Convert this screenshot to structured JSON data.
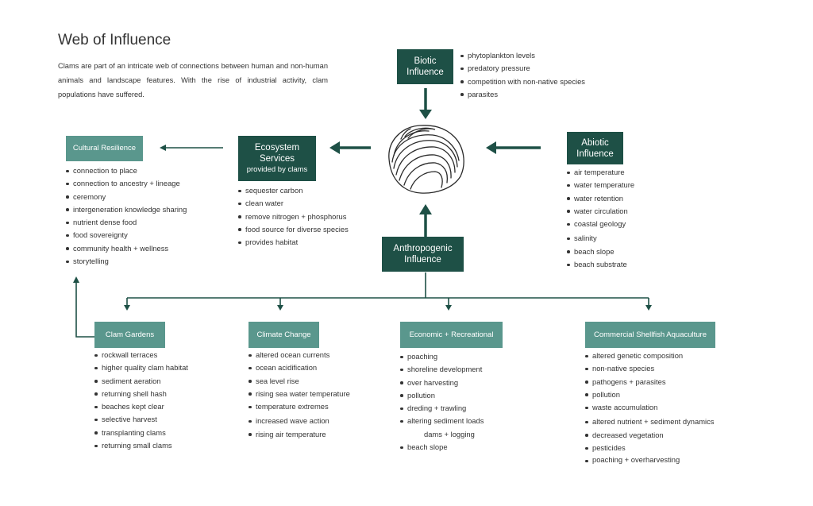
{
  "title": "Web of Influence",
  "intro": "Clams are part of an intricate web of connections between human and non-human animals and landscape features. With the rise of industrial activity, clam populations have suffered.",
  "colors": {
    "dark_box": "#1e5046",
    "light_box": "#5a978d",
    "arrow": "#1e5046"
  },
  "icons": {
    "center": "clam-shell-icon"
  },
  "biotic": {
    "title_line1": "Biotic",
    "title_line2": "Influence",
    "items": [
      "phytoplankton levels",
      "predatory pressure",
      "competition with non-native species",
      "parasites"
    ]
  },
  "abiotic": {
    "title_line1": "Abiotic",
    "title_line2": "Influence",
    "items": [
      "air temperature",
      "water temperature",
      "water retention",
      "water circulation",
      "coastal geology",
      "salinity",
      "beach slope",
      "beach substrate"
    ]
  },
  "ecosystem": {
    "title_line1": "Ecosystem",
    "title_line2": "Services",
    "subtitle": "provided by clams",
    "items": [
      "sequester carbon",
      "clean water",
      "remove nitrogen + phosphorus",
      "food source for diverse species",
      "provides habitat"
    ]
  },
  "cultural": {
    "title": "Cultural Resilience",
    "items": [
      "connection to place",
      "connection to ancestry + lineage",
      "ceremony",
      "intergeneration knowledge sharing",
      "nutrient dense food",
      "food sovereignty",
      "community health + wellness",
      "storytelling"
    ]
  },
  "anthropogenic": {
    "title_line1": "Anthropogenic",
    "title_line2": "Influence"
  },
  "clam_gardens": {
    "title": "Clam Gardens",
    "items": [
      "rockwall terraces",
      "higher quality clam habitat",
      "sediment aeration",
      "returning shell hash",
      "beaches kept clear",
      "selective harvest",
      "transplanting clams",
      "returning small clams"
    ]
  },
  "climate": {
    "title": "Climate Change",
    "items": [
      "altered ocean currents",
      "ocean acidification",
      "sea level rise",
      "rising sea water temperature",
      "temperature extremes",
      "increased wave action",
      "rising air temperature"
    ]
  },
  "economic": {
    "title": "Economic + Recreational",
    "items": [
      "poaching",
      "shoreline development",
      "over harvesting",
      "pollution",
      "dreding + trawling",
      "altering sediment loads"
    ],
    "sub_item": "dams + logging",
    "items_after": [
      "beach slope"
    ]
  },
  "aquaculture": {
    "title": "Commercial Shellfish Aquaculture",
    "items": [
      "altered genetic composition",
      "non-native species",
      "pathogens + parasites",
      "pollution",
      "waste accumulation",
      "altered nutrient + sediment dynamics",
      "decreased vegetation",
      "pesticides",
      "poaching + overharvesting"
    ]
  }
}
